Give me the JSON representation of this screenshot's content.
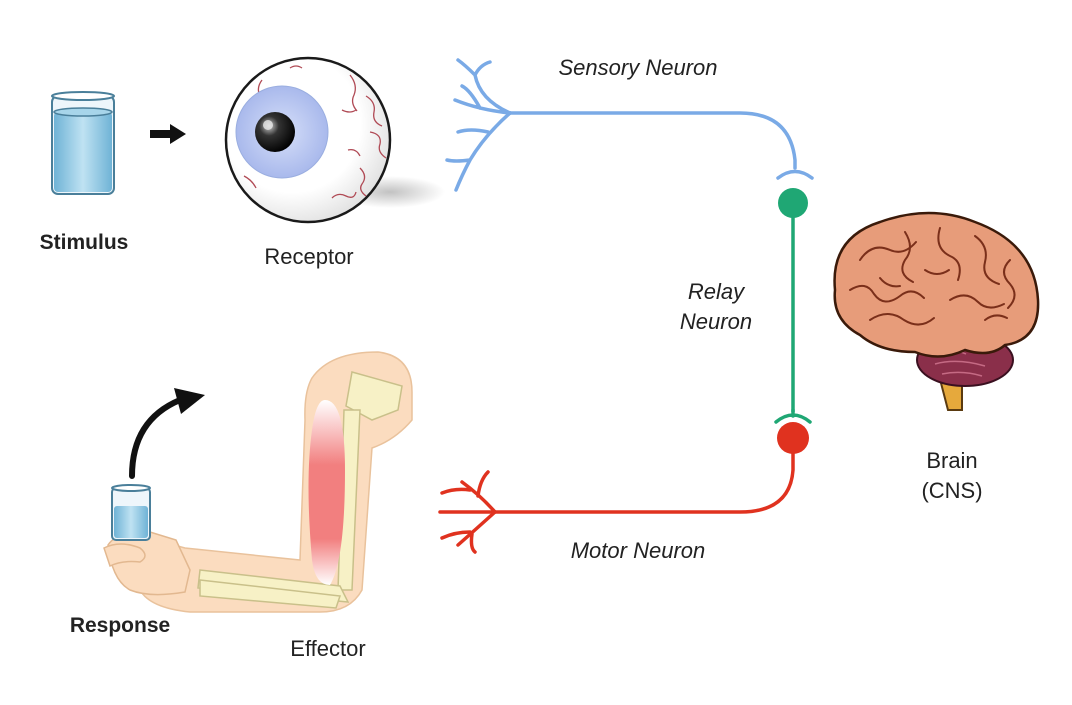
{
  "labels": {
    "stimulus": "Stimulus",
    "receptor": "Receptor",
    "sensory_neuron": "Sensory Neuron",
    "relay_neuron_line1": "Relay",
    "relay_neuron_line2": "Neuron",
    "brain_line1": "Brain",
    "brain_line2": "(CNS)",
    "motor_neuron": "Motor Neuron",
    "response": "Response",
    "effector": "Effector"
  },
  "colors": {
    "sensory": "#7aaae6",
    "relay": "#1fa774",
    "motor": "#e0321f",
    "water": "#8cc6e0",
    "iris": "#b7c6f0",
    "muscle": "#f27f7f",
    "arm_skin": "#fbdcbf",
    "bone": "#f7f1c6",
    "brain": "#e79c7a",
    "cerebellum": "#8a2f4a",
    "brainstem": "#e6a93c"
  },
  "icons": {
    "stimulus": "water-glass-icon",
    "receptor": "eyeball-icon",
    "effector": "arm-muscle-icon",
    "brain": "brain-icon"
  }
}
